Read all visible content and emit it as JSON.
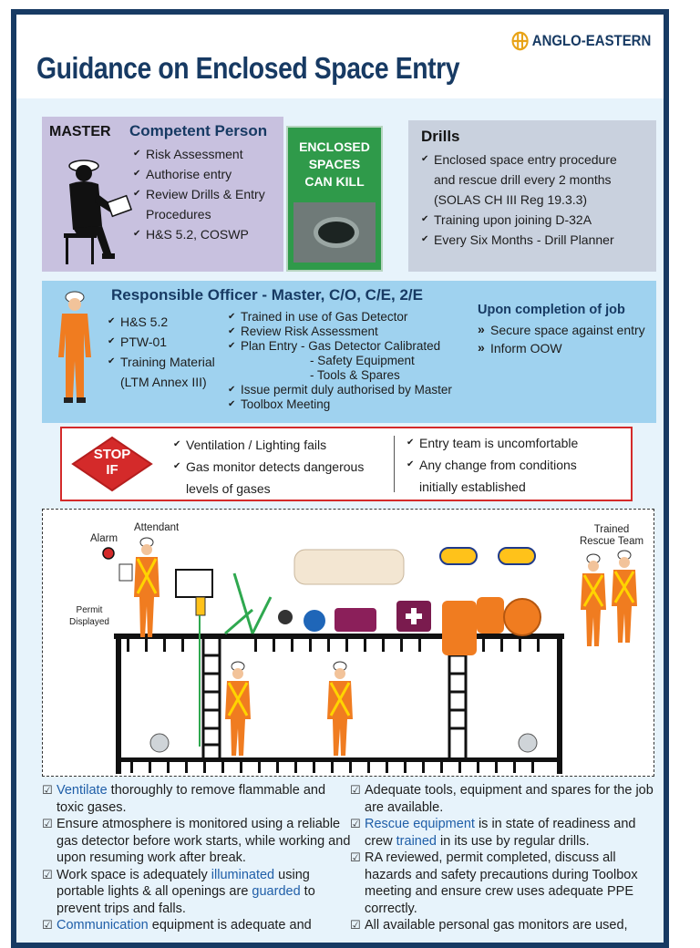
{
  "header": {
    "title": "Guidance on Enclosed Space Entry",
    "brand": "ANGLO-EASTERN"
  },
  "master": {
    "label": "MASTER",
    "competent_label": "Competent Person",
    "items": [
      "Risk Assessment",
      "Authorise entry",
      "Review Drills & Entry",
      "Procedures",
      "H&S 5.2, COSWP"
    ]
  },
  "poster": {
    "line1": "ENCLOSED",
    "line2": "SPACES",
    "line3": "CAN KILL"
  },
  "drills": {
    "label": "Drills",
    "items": [
      "Enclosed space entry procedure",
      "and rescue drill every 2 months",
      "(SOLAS CH III Reg 19.3.3)",
      "Training upon joining D-32A",
      "Every Six Months - Drill Planner"
    ]
  },
  "responsible": {
    "title": "Responsible Officer - Master, C/O, C/E, 2/E",
    "col1": [
      "H&S 5.2",
      "PTW-01",
      "Training Material",
      "(LTM Annex III)"
    ],
    "col2": [
      "Trained in use of Gas Detector",
      "Review Risk Assessment",
      "Plan Entry - Gas Detector Calibrated",
      "- Safety Equipment",
      "- Tools & Spares",
      "Issue permit duly authorised by Master",
      "Toolbox Meeting"
    ],
    "completion_title": "Upon completion of job",
    "completion": [
      "Secure space against entry",
      "Inform OOW"
    ]
  },
  "stop_if": {
    "sign_line1": "STOP",
    "sign_line2": "IF",
    "left": [
      "Ventilation / Lighting fails",
      "Gas monitor detects dangerous",
      "levels of gases"
    ],
    "right": [
      "Entry team is uncomfortable",
      "Any change from conditions",
      "initially established"
    ]
  },
  "scene": {
    "alarm": "Alarm",
    "attendant": "Attendant",
    "permit": "Permit Displayed",
    "rescue_line1": "Trained",
    "rescue_line2": "Rescue Team"
  },
  "checklist_left": [
    {
      "hl": "Ventilate",
      "text": " thoroughly to remove flammable and toxic gases."
    },
    {
      "hl": "",
      "text": "Ensure atmosphere is monitored using a reliable gas detector before work starts, while working and upon resuming work after break."
    },
    {
      "hl": "",
      "text": "Work space is adequately ",
      "hl2": "illuminated",
      "text2": " using portable lights & all openings are ",
      "hl3": "guarded",
      "text3": " to prevent trips and falls."
    },
    {
      "hl": "Communication",
      "text": " equipment is adequate and"
    }
  ],
  "checklist_right": [
    {
      "hl": "",
      "text": "Adequate tools, equipment and spares for the job are available."
    },
    {
      "hl": "Rescue equipment",
      "text": " is in state of readiness and crew ",
      "hl2": "trained",
      "text2": " in its use by regular drills."
    },
    {
      "hl": "",
      "text": "RA reviewed, permit completed, discuss all hazards and safety precautions during Toolbox meeting and ensure crew uses adequate PPE correctly."
    },
    {
      "hl": "",
      "text": "All available personal gas monitors are used,"
    }
  ],
  "colors": {
    "navy": "#173a63",
    "master_bg": "#c8c1df",
    "drills_bg": "#c9d1de",
    "officer_bg": "#9fd2ef",
    "stop_red": "#d42a2a",
    "poster_green": "#2f9a4a",
    "highlight_blue": "#1f5ea8",
    "coverall_orange": "#f07c20"
  }
}
